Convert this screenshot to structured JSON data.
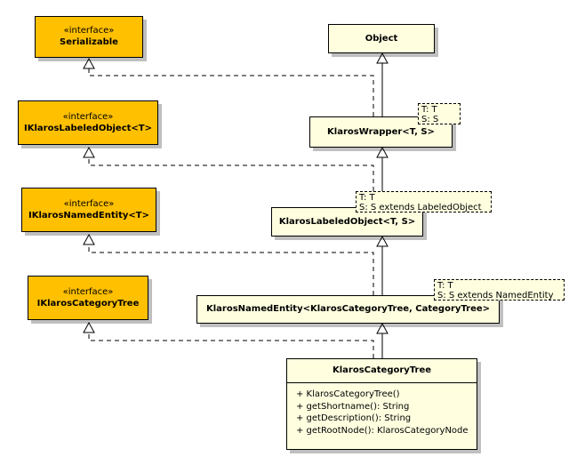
{
  "interfaces": {
    "serializable": {
      "stereotype": "«interface»",
      "name": "Serializable"
    },
    "labeled_object": {
      "stereotype": "«interface»",
      "name": "IKlarosLabeledObject<T>"
    },
    "named_entity": {
      "stereotype": "«interface»",
      "name": "IKlarosNamedEntity<T>"
    },
    "category_tree": {
      "stereotype": "«interface»",
      "name": "IKlarosCategoryTree"
    }
  },
  "classes": {
    "object": {
      "name": "Object"
    },
    "wrapper": {
      "name": "KlarosWrapper<T, S>",
      "tparams": [
        "T: T",
        "S: S"
      ]
    },
    "labeled_object": {
      "name": "KlarosLabeledObject<T, S>",
      "tparams": [
        "T: T",
        "S: S extends LabeledObject"
      ]
    },
    "named_entity": {
      "name": "KlarosNamedEntity<KlarosCategoryTree, CategoryTree>",
      "tparams": [
        "T: T",
        "S: S extends NamedEntity"
      ]
    },
    "category_tree": {
      "name": "KlarosCategoryTree",
      "operations": [
        "+ KlarosCategoryTree()",
        "+ getShortname(): String",
        "+ getDescription(): String",
        "+ getRootNode(): KlarosCategoryNode"
      ]
    }
  },
  "colors": {
    "interface_fill": "#FFC000",
    "class_fill": "#FFFFE0",
    "line": "#000000"
  }
}
